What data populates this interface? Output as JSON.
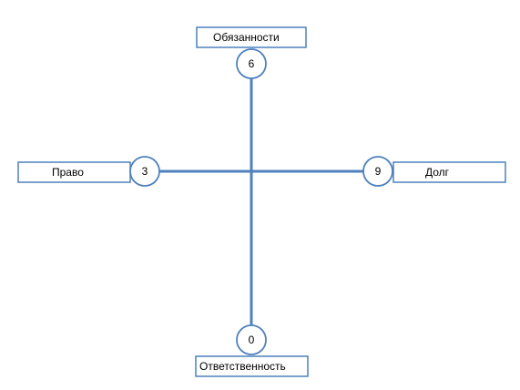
{
  "diagram": {
    "top": {
      "label": "Обязанности",
      "value": "6"
    },
    "left": {
      "label": "Право",
      "value": "3"
    },
    "right": {
      "label": "Долг",
      "value": "9"
    },
    "bottom": {
      "label": "Ответственность",
      "value": "0"
    }
  },
  "colors": {
    "line": "#4f81bd",
    "box_border": "#4f81bd",
    "text": "#000000",
    "background": "#ffffff"
  }
}
